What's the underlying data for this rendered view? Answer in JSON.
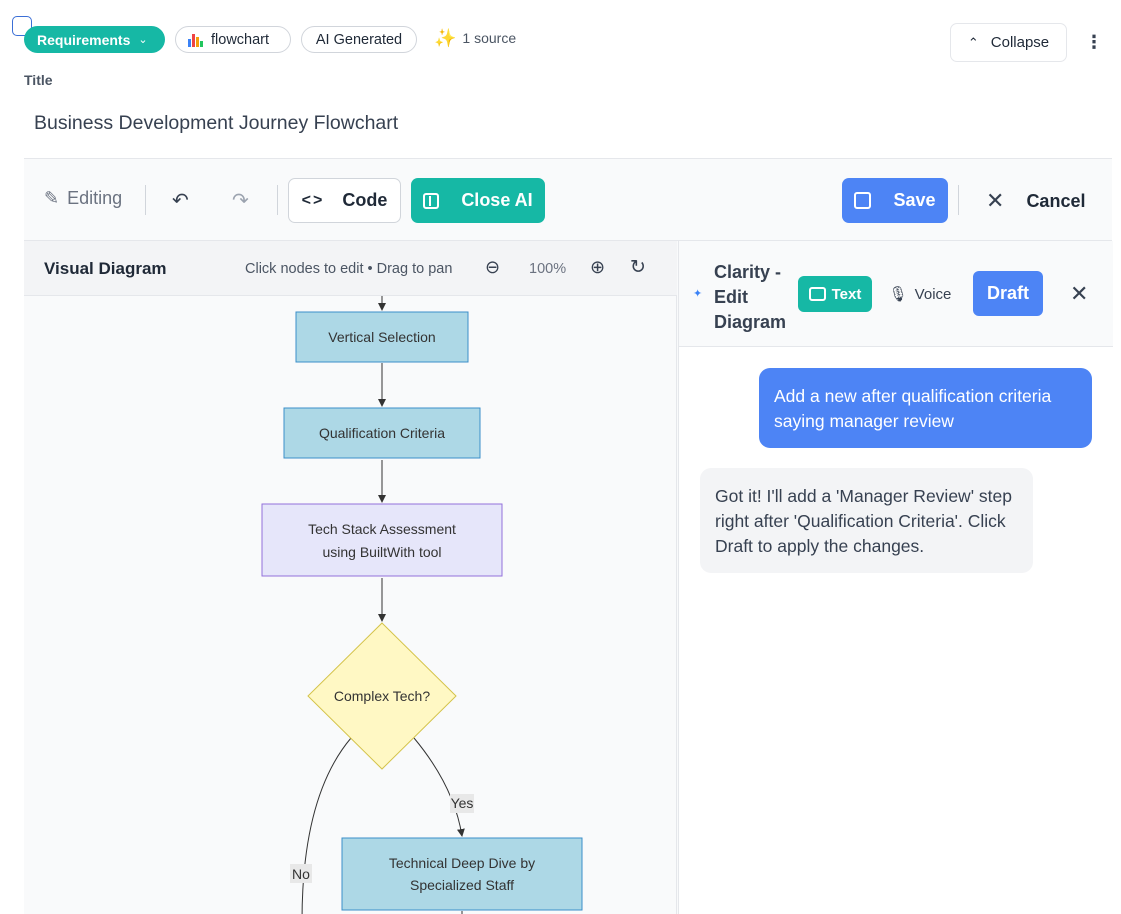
{
  "header": {
    "requirements_label": "Requirements",
    "flowchart_label": "flowchart",
    "ai_generated_label": "AI Generated",
    "source_label": "1 source",
    "collapse_label": "Collapse"
  },
  "title_field": {
    "label": "Title",
    "value": "Business Development Journey Flowchart"
  },
  "toolbar": {
    "editing_label": "Editing",
    "code_label": "Code",
    "close_ai_label": "Close AI",
    "save_label": "Save",
    "cancel_label": "Cancel"
  },
  "diagram_panel": {
    "title": "Visual Diagram",
    "hint": "Click nodes to edit • Drag to pan",
    "zoom": "100%"
  },
  "diagram": {
    "nodes": [
      {
        "id": "vertical-selection",
        "text": [
          "Vertical Selection"
        ],
        "shape": "rect",
        "fill": "#add8e6"
      },
      {
        "id": "qualification-criteria",
        "text": [
          "Qualification Criteria"
        ],
        "shape": "rect",
        "fill": "#add8e6"
      },
      {
        "id": "tech-stack",
        "text": [
          "Tech Stack Assessment",
          "using BuiltWith tool"
        ],
        "shape": "rect",
        "fill": "#e6e6fa"
      },
      {
        "id": "complex-tech",
        "text": [
          "Complex Tech?"
        ],
        "shape": "diamond",
        "fill": "#fff8c4"
      },
      {
        "id": "technical-deep-dive",
        "text": [
          "Technical Deep Dive by",
          "Specialized Staff"
        ],
        "shape": "rect",
        "fill": "#add8e6"
      }
    ],
    "edge_labels": [
      "Yes",
      "No"
    ]
  },
  "ai_panel": {
    "title": "Clarity - Edit Diagram",
    "text_label": "Text",
    "voice_label": "Voice",
    "draft_label": "Draft",
    "messages": [
      {
        "role": "user",
        "text": "Add a new after qualification criteria saying manager review"
      },
      {
        "role": "assistant",
        "text": "Got it! I'll add a 'Manager Review' step right after 'Qualification Criteria'. Click Draft to apply the changes."
      }
    ]
  },
  "colors": {
    "teal": "#16b8a5",
    "blue": "#4d84f5"
  }
}
